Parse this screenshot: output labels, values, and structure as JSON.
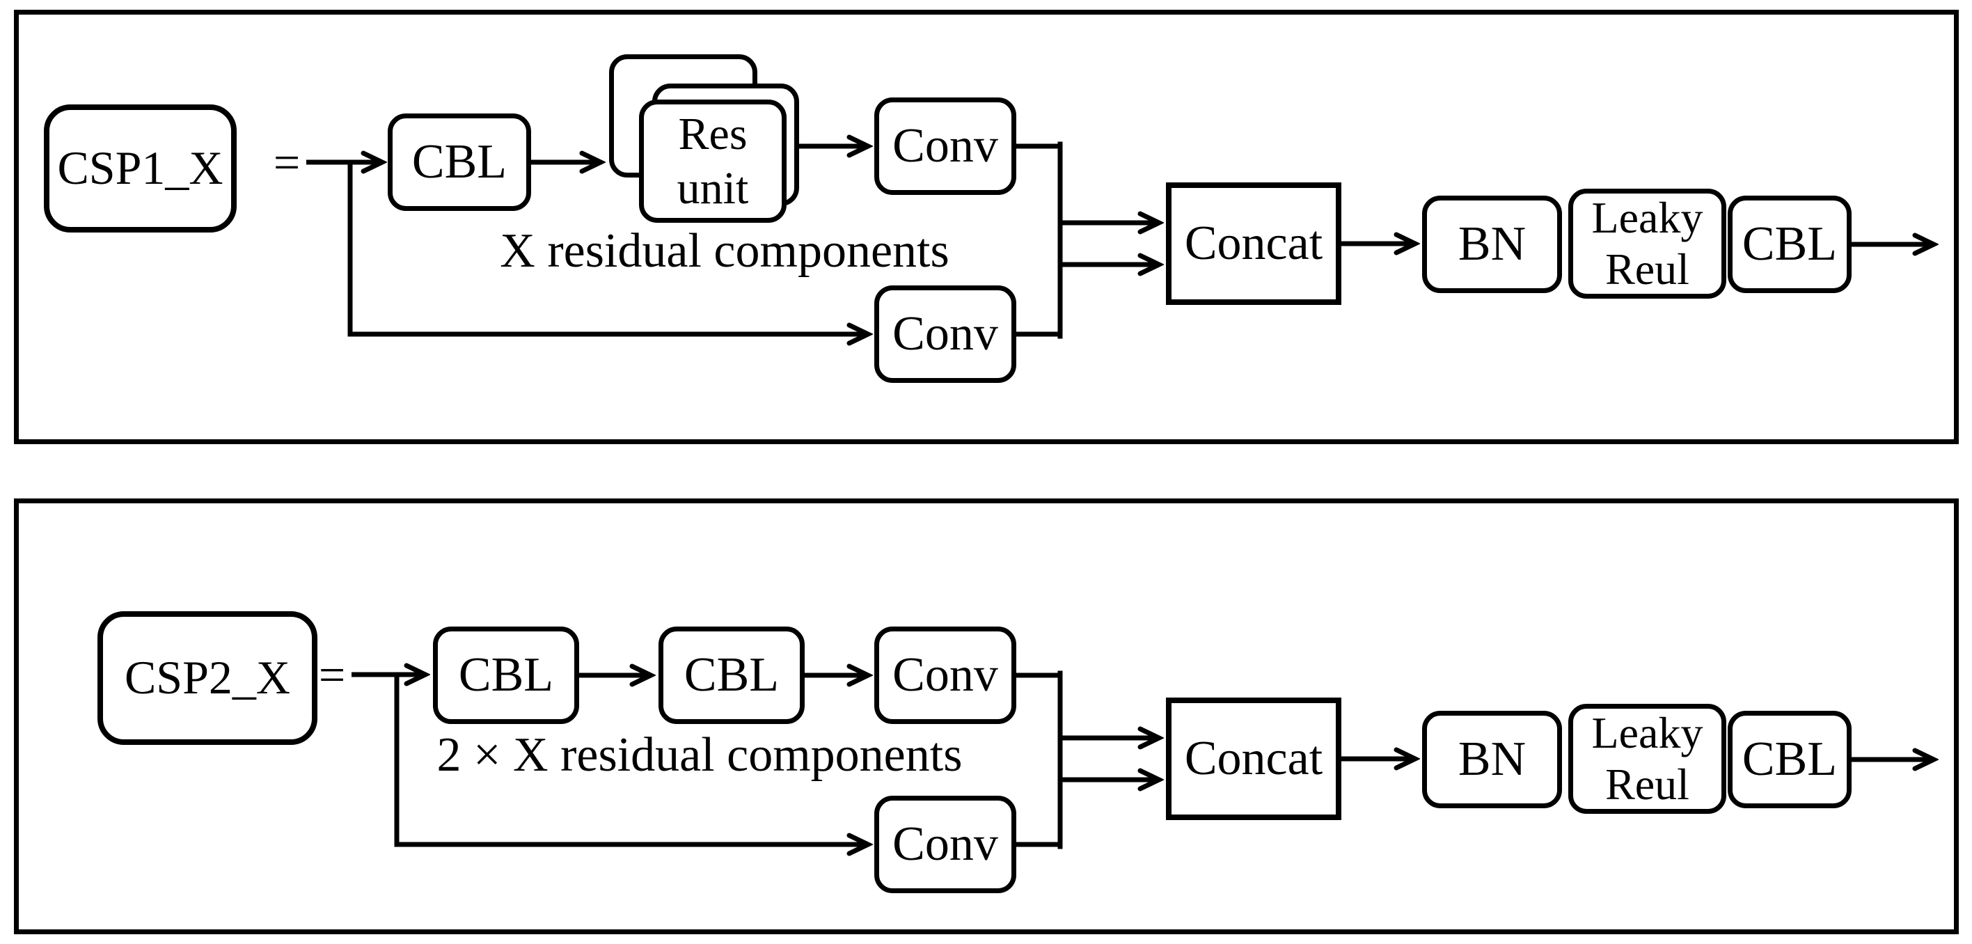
{
  "figure": {
    "background_color": "#ffffff",
    "line_color": "#000000",
    "panel1": {
      "name": "CSP1_X",
      "equals": "=",
      "cbl_in": "CBL",
      "res_unit_line1": "Res",
      "res_unit_line2": "unit",
      "annotation": "X residual components",
      "conv_main": "Conv",
      "conv_shortcut": "Conv",
      "concat": "Concat",
      "bn": "BN",
      "leaky_line1": "Leaky",
      "leaky_line2": "Reul",
      "cbl_out": "CBL"
    },
    "panel2": {
      "name": "CSP2_X",
      "equals": "=",
      "cbl_first": "CBL",
      "cbl_second": "CBL",
      "annotation": "2 × X residual components",
      "conv_main": "Conv",
      "conv_shortcut": "Conv",
      "concat": "Concat",
      "bn": "BN",
      "leaky_line1": "Leaky",
      "leaky_line2": "Reul",
      "cbl_out": "CBL"
    }
  }
}
